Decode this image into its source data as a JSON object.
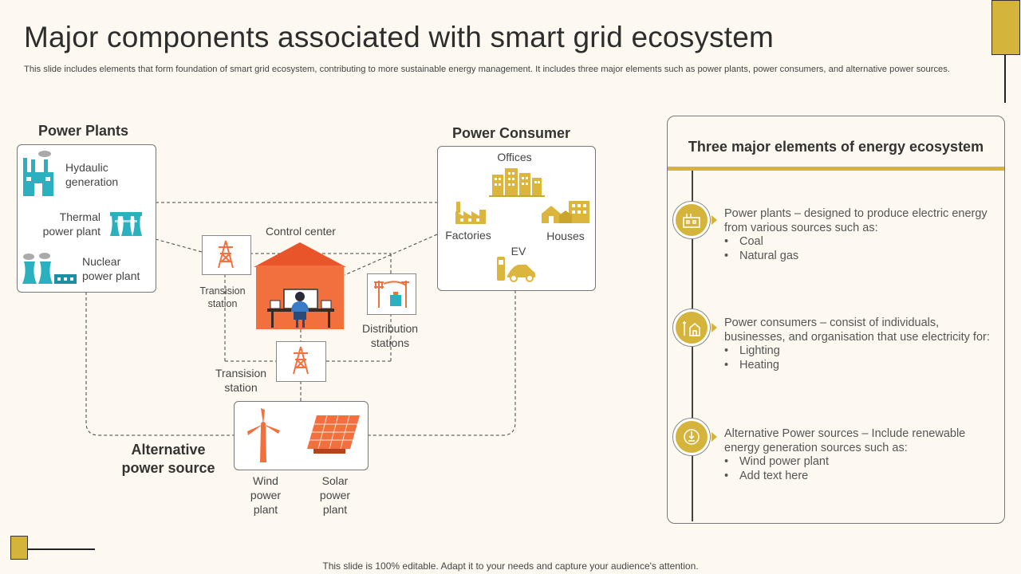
{
  "title": "Major components associated with smart grid ecosystem",
  "subtitle": "This slide includes elements that form foundation of smart grid ecosystem, contributing to more sustainable energy management. It includes three major elements such as power plants, power consumers, and alternative power sources.",
  "footer": "This slide is 100% editable. Adapt it to your needs and capture your audience's attention.",
  "colors": {
    "accent": "#d4b43a",
    "teal": "#2bb0c0",
    "orange": "#f2703e",
    "gold": "#dcb63c"
  },
  "diagram": {
    "power_plants": {
      "heading": "Power Plants",
      "items": [
        {
          "label_l1": "Hydaulic",
          "label_l2": "generation",
          "icon": "factory-icon"
        },
        {
          "label_l1": "Thermal",
          "label_l2": "power plant",
          "icon": "thermal-plant-icon"
        },
        {
          "label_l1": "Nuclear",
          "label_l2": "power plant",
          "icon": "nuclear-plant-icon"
        }
      ]
    },
    "power_consumer": {
      "heading": "Power Consumer",
      "offices": "Offices",
      "factories": "Factories",
      "houses": "Houses",
      "ev": "EV"
    },
    "control_center": "Control center",
    "transmission_top": {
      "l1": "Transision",
      "l2": "station"
    },
    "transmission_bottom": {
      "l1": "Transision",
      "l2": "station"
    },
    "distribution": {
      "l1": "Distribution",
      "l2": "stations"
    },
    "alternative": {
      "heading_l1": "Alternative",
      "heading_l2": "power source",
      "wind": {
        "l1": "Wind",
        "l2": "power",
        "l3": "plant"
      },
      "solar": {
        "l1": "Solar",
        "l2": "power",
        "l3": "plant"
      }
    }
  },
  "panel": {
    "title": "Three major elements of energy ecosystem",
    "items": [
      {
        "icon": "power-plant-icon",
        "line1": "Power plants – designed to produce electric energy",
        "line2": "from various sources such as:",
        "bullets": [
          "Coal",
          "Natural gas"
        ]
      },
      {
        "icon": "consumer-icon",
        "line1": "Power consumers – consist of individuals,",
        "line2": "businesses, and organisation that use electricity for:",
        "bullets": [
          "Lighting",
          "Heating"
        ]
      },
      {
        "icon": "renewable-icon",
        "line1": "Alternative Power sources – Include renewable",
        "line2": "energy generation sources such as:",
        "bullets": [
          "Wind power plant",
          "Add text here"
        ]
      }
    ]
  }
}
